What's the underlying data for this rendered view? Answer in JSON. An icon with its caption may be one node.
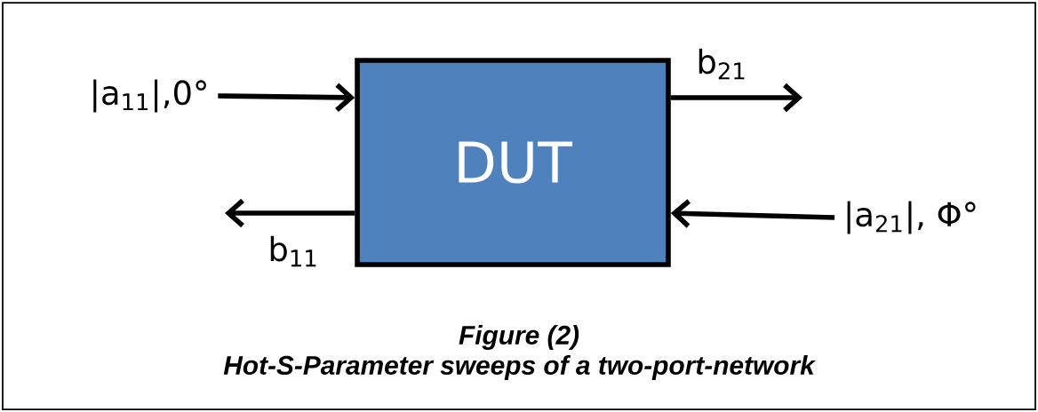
{
  "diagram": {
    "caption": "Hot-S-Parameter sweeps of a two-port-network",
    "nodes": [
      {
        "text": [
          "DUT"
        ]
      },
      {
        "text": [
          "|a$_{11}$|,0°"
        ]
      },
      {
        "text": [
          "|a$_{21}$|, Φ°"
        ]
      }
    ],
    "edges": [
      {
        "from": 1,
        "to": 0,
        "arrow": "to"
      },
      {
        "from": 0,
        "to": null,
        "arrow": "to",
        "label": "b$_{21}$"
      },
      {
        "from": 0,
        "to": null,
        "arrow": "to",
        "label": "b$_{11}$"
      },
      {
        "from": 2,
        "to": 0,
        "arrow": "to"
      }
    ],
    "labels": [
      "Figure (2)"
    ]
  }
}
